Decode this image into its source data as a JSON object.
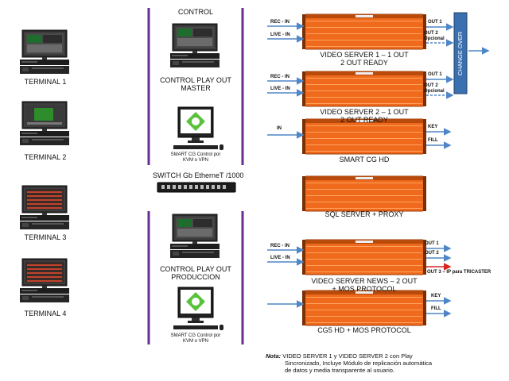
{
  "terminals": [
    "TERMINAL 1",
    "TERMINAL 2",
    "TERMINAL 3",
    "TERMINAL 4"
  ],
  "control": {
    "header": "CONTROL",
    "master": [
      "CONTROL PLAY OUT",
      "MASTER"
    ],
    "smart_cg_1": [
      "SMART CG Control por",
      "KVM o VPN"
    ],
    "switch": "SWITCH Gb EtherneT /1000",
    "produccion": [
      "CONTROL PLAY OUT",
      "PRODUCCION"
    ],
    "smart_cg_2": [
      "SMART CG Control por",
      "KVM o VPN"
    ]
  },
  "servers": {
    "vs1": {
      "label": [
        "VIDEO SERVER 1 –  1 OUT",
        "2 OUT READY"
      ],
      "in1": "REC - IN",
      "in2": "LIVE - IN",
      "out1": "OUT 1",
      "out2": [
        "OUT 2",
        "Opcional"
      ]
    },
    "vs2": {
      "label": [
        "VIDEO SERVER 2 –  1 OUT",
        "2 OUT READY"
      ],
      "in1": "REC - IN",
      "in2": "LIVE - IN",
      "out1": "OUT 1",
      "out2": [
        "OUT 2",
        "Opcional"
      ]
    },
    "cg": {
      "label": "SMART CG HD",
      "in": "IN",
      "key": "KEY",
      "fill": "FILL"
    },
    "sql": {
      "label": "SQL SERVER + PROXY"
    },
    "news": {
      "label": [
        "VIDEO SERVER  NEWS  –  2 OUT",
        "+ MOS PROTOCOL"
      ],
      "in1": "REC - IN",
      "in2": "LIVE - IN",
      "out1": "OUT 1",
      "out2": "OUT 2",
      "out3": "OUT 3 – IP para TRICASTER"
    },
    "cg5": {
      "label": "CG5 HD + MOS PROTOCOL",
      "key": "KEY",
      "fill": "FILL"
    }
  },
  "change_over": "CHANGE OVER",
  "note": {
    "prefix": "Nota:",
    "lines": [
      "VIDEO SERVER 1 y VIDEO SERVER 2 con Play",
      "Sincronizado, Incluye Módulo de replicación automática",
      "de datos y media transparente al usuario."
    ]
  },
  "colors": {
    "server": "#ef6a1c",
    "server_dark": "#b84a0c",
    "divider": "#6a2d91",
    "arrow": "#4f86c6",
    "change_over": "#3a70b0",
    "red_arrow": "#d7261e"
  }
}
